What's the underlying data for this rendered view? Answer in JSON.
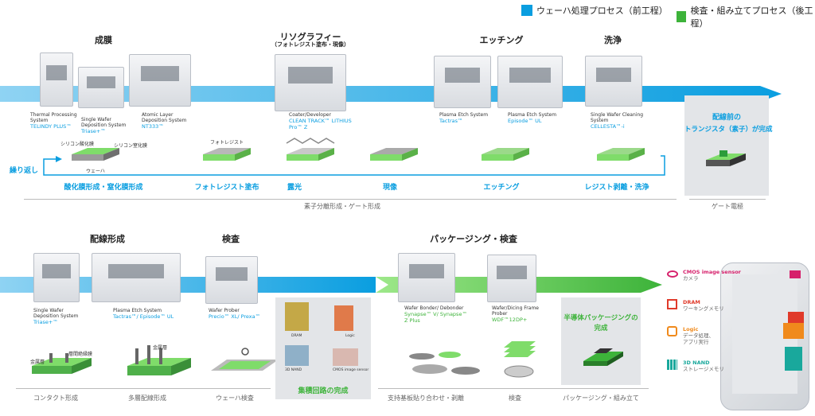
{
  "legend": {
    "front": {
      "label": "ウェーハ処理プロセス（前工程）",
      "color": "#0a9ee0"
    },
    "back": {
      "label": "検査・組み立てプロセス（後工程）",
      "color": "#3db33a"
    }
  },
  "top": {
    "stages": {
      "deposition": "成膜",
      "litho": "リソグラフィー",
      "litho_sub": "（フォトレジスト塗布・現像）",
      "etch": "エッチング",
      "clean": "洗浄"
    },
    "equipment": [
      {
        "cap": "Thermal Processing System",
        "name": "TELINDY PLUS™"
      },
      {
        "cap": "Single Wafer Deposition System",
        "name": "Triase+™"
      },
      {
        "cap": "Atomic Layer Deposition System",
        "name": "NT333™"
      },
      {
        "cap": "Coater/Developer",
        "name": "CLEAN TRACK™ LITHIUS Pro™ Z"
      },
      {
        "cap": "Plasma Etch System",
        "name": "Tactras™"
      },
      {
        "cap": "Plasma Etch System",
        "name": "Episode™ UL"
      },
      {
        "cap": "Single Wafer Cleaning System",
        "name": "CELLESTA™-i"
      }
    ],
    "annotations": {
      "sio": "シリコン酸化膜",
      "sin": "シリコン窒化膜",
      "wafer": "ウェーハ",
      "photoresist": "フォトレジスト",
      "repeat": "繰り返し"
    },
    "steps": [
      "酸化膜形成・窒化膜形成",
      "フォトレジスト塗布",
      "露光",
      "現像",
      "エッチング",
      "レジスト剥離・洗浄"
    ],
    "group": "素子分離形成・ゲート形成",
    "result_title": "配線前の",
    "result_title2": "トランジスタ（素子）が完成",
    "result_group": "ゲート電極"
  },
  "bottom": {
    "stages": {
      "wiring": "配線形成",
      "inspect": "検査",
      "package": "パッケージング・検査"
    },
    "equipment": [
      {
        "cap": "Single Wafer Deposition System",
        "name": "Triase+™"
      },
      {
        "cap": "Plasma Etch System",
        "name": "Tactras™/ Episode™ UL"
      },
      {
        "cap": "Wafer Prober",
        "name": "Precio™ XL/ Prexa™"
      },
      {
        "cap": "Wafer Bonder/ Debonder",
        "name": "Synapse™ V/ Synapse™ Z Plus"
      },
      {
        "cap": "Wafer/Dicing Frame Prober",
        "name": "WDF™12DP+"
      }
    ],
    "annotations": {
      "metal1": "金属層",
      "interlayer": "層間絶縁膜",
      "metal2": "金属層",
      "dram": "DRAM",
      "logic": "Logic",
      "nand": "3D NAND",
      "cmos": "CMOS image sensor"
    },
    "ic_complete": "集積回路の完成",
    "pkg_complete_1": "半導体パッケージングの",
    "pkg_complete_2": "完成",
    "groups": [
      "コンタクト形成",
      "多層配線形成",
      "ウェーハ検査",
      "支持基板貼り合わせ・剥離",
      "検査",
      "パッケージング・組み立て"
    ]
  },
  "devices": [
    {
      "name": "CMOS image sensor",
      "desc": "カメラ",
      "color": "#d6206b",
      "icon": "eye-icon"
    },
    {
      "name": "DRAM",
      "desc": "ワーキングメモリ",
      "color": "#e03a2a",
      "icon": "chip-icon"
    },
    {
      "name": "Logic",
      "desc": "データ処理、アプリ実行",
      "color": "#f08a1c",
      "icon": "gear-chip-icon"
    },
    {
      "name": "3D NAND",
      "desc": "ストレージメモリ",
      "color": "#19a89c",
      "icon": "stack-icon"
    }
  ]
}
